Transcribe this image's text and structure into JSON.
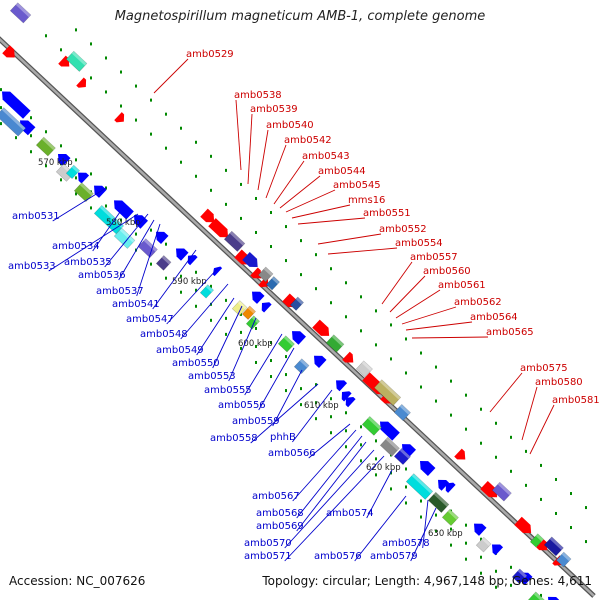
{
  "title": "Magnetospirillum magneticum AMB-1, complete genome",
  "accession": "Accession: NC_007626",
  "summary": "Topology: circular; Length: 4,967,148 bp; Genes: 4,611",
  "colors": {
    "forward": "#ff0000",
    "reverse": "#0000ff",
    "backbone": "#888888",
    "dots": "#008800"
  },
  "ticks": [
    {
      "label": "570 kbp",
      "kbp": 570
    },
    {
      "label": "580 kbp",
      "kbp": 580
    },
    {
      "label": "590 kbp",
      "kbp": 590
    },
    {
      "label": "600 kbp",
      "kbp": 600
    },
    {
      "label": "610 kbp",
      "kbp": 610
    },
    {
      "label": "620 kbp",
      "kbp": 620
    },
    {
      "label": "630 kbp",
      "kbp": 630
    }
  ],
  "forward_labels": [
    "amb0529",
    "amb0538",
    "amb0539",
    "amb0540",
    "amb0542",
    "amb0543",
    "amb0544",
    "amb0545",
    "mms16",
    "amb0551",
    "amb0552",
    "amb0554",
    "amb0557",
    "amb0560",
    "amb0561",
    "amb0562",
    "amb0564",
    "amb0565",
    "amb0575",
    "amb0580",
    "amb0581"
  ],
  "reverse_labels": [
    "amb0531",
    "amb0534",
    "amb0533",
    "amb0535",
    "amb0536",
    "amb0537",
    "amb0541",
    "amb0547",
    "amb0548",
    "amb0549",
    "amb0550",
    "amb0553",
    "amb0555",
    "amb0556",
    "amb0559",
    "amb0558",
    "phhB",
    "amb0566",
    "amb0567",
    "amb0568",
    "amb0569",
    "amb0574",
    "amb0570",
    "amb0571",
    "amb0576",
    "amb0578",
    "amb0579"
  ]
}
